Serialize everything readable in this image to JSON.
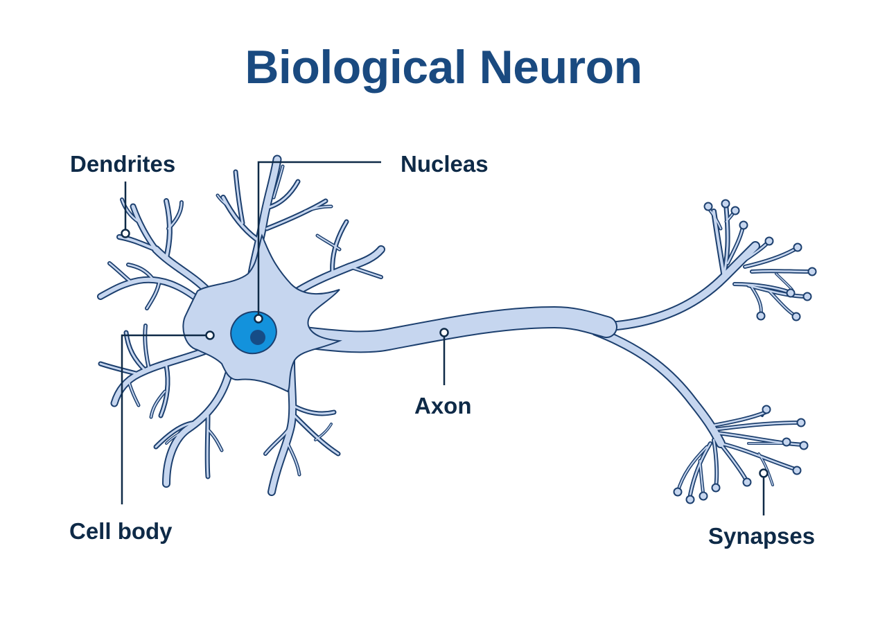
{
  "title": "Biological Neuron",
  "labels": {
    "dendrites": "Dendrites",
    "nucleus": "Nucleas",
    "cell_body": "Cell body",
    "axon": "Axon",
    "synapses": "Synapses"
  },
  "colors": {
    "title": "#1a4a80",
    "label": "#0e2a47",
    "cell_fill": "#c6d6ef",
    "outline": "#1c3f6e",
    "nucleus_fill": "#1392dc",
    "nucleolus_fill": "#164c86"
  }
}
